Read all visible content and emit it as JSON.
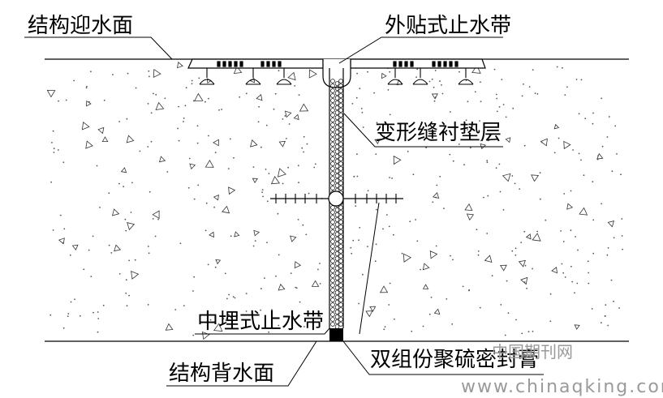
{
  "labels": {
    "face_top": "结构迎水面",
    "external_waterstop": "外贴式止水带",
    "joint_filler": "变形缝衬垫层",
    "embedded_waterstop": "中埋式止水带",
    "face_bottom": "结构背水面",
    "sealant": "双组份聚硫密封膏"
  },
  "watermark": {
    "site_cn": "中国期刊网",
    "url": "www.chinaqking.com"
  },
  "colors": {
    "line": "#000000",
    "speckle": "#555555",
    "watermark": "#9a9a9a"
  }
}
